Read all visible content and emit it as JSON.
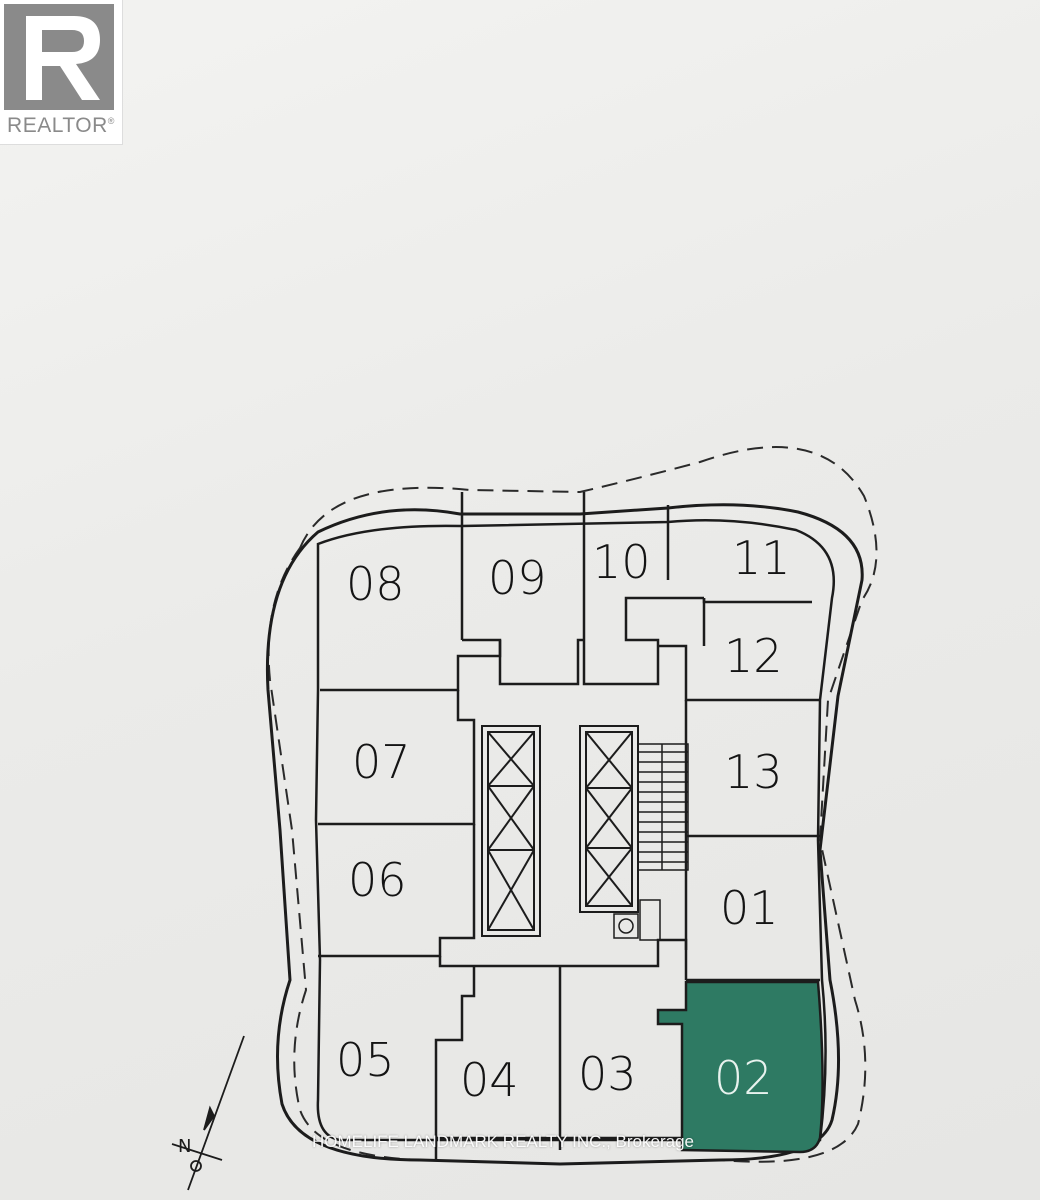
{
  "logo": {
    "text": "REALTOR",
    "mark": "®"
  },
  "floorplan": {
    "units": [
      "08",
      "09",
      "10",
      "11",
      "12",
      "07",
      "13",
      "06",
      "01",
      "05",
      "04",
      "03",
      "02"
    ],
    "highlighted_unit": "02",
    "highlight_color": "#2e7a63",
    "north_label": "N"
  },
  "watermark": "HOMELIFE LANDMARK REALTY INC., Brokerage"
}
